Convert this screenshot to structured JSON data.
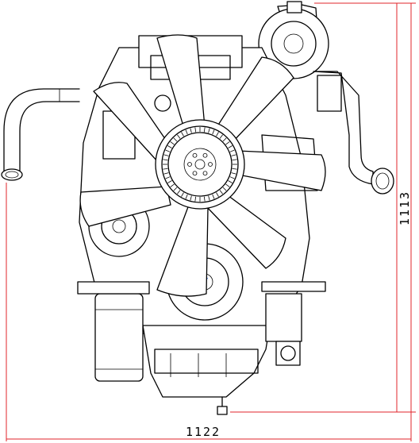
{
  "dimensions": {
    "width_label": "1122",
    "height_label": "1113"
  },
  "colors": {
    "dimension_line": "#e0242b",
    "outline": "#000000",
    "accent_blue": "#1f5fd6"
  },
  "icons": [
    "engine-drawing",
    "cooling-fan-icon"
  ]
}
